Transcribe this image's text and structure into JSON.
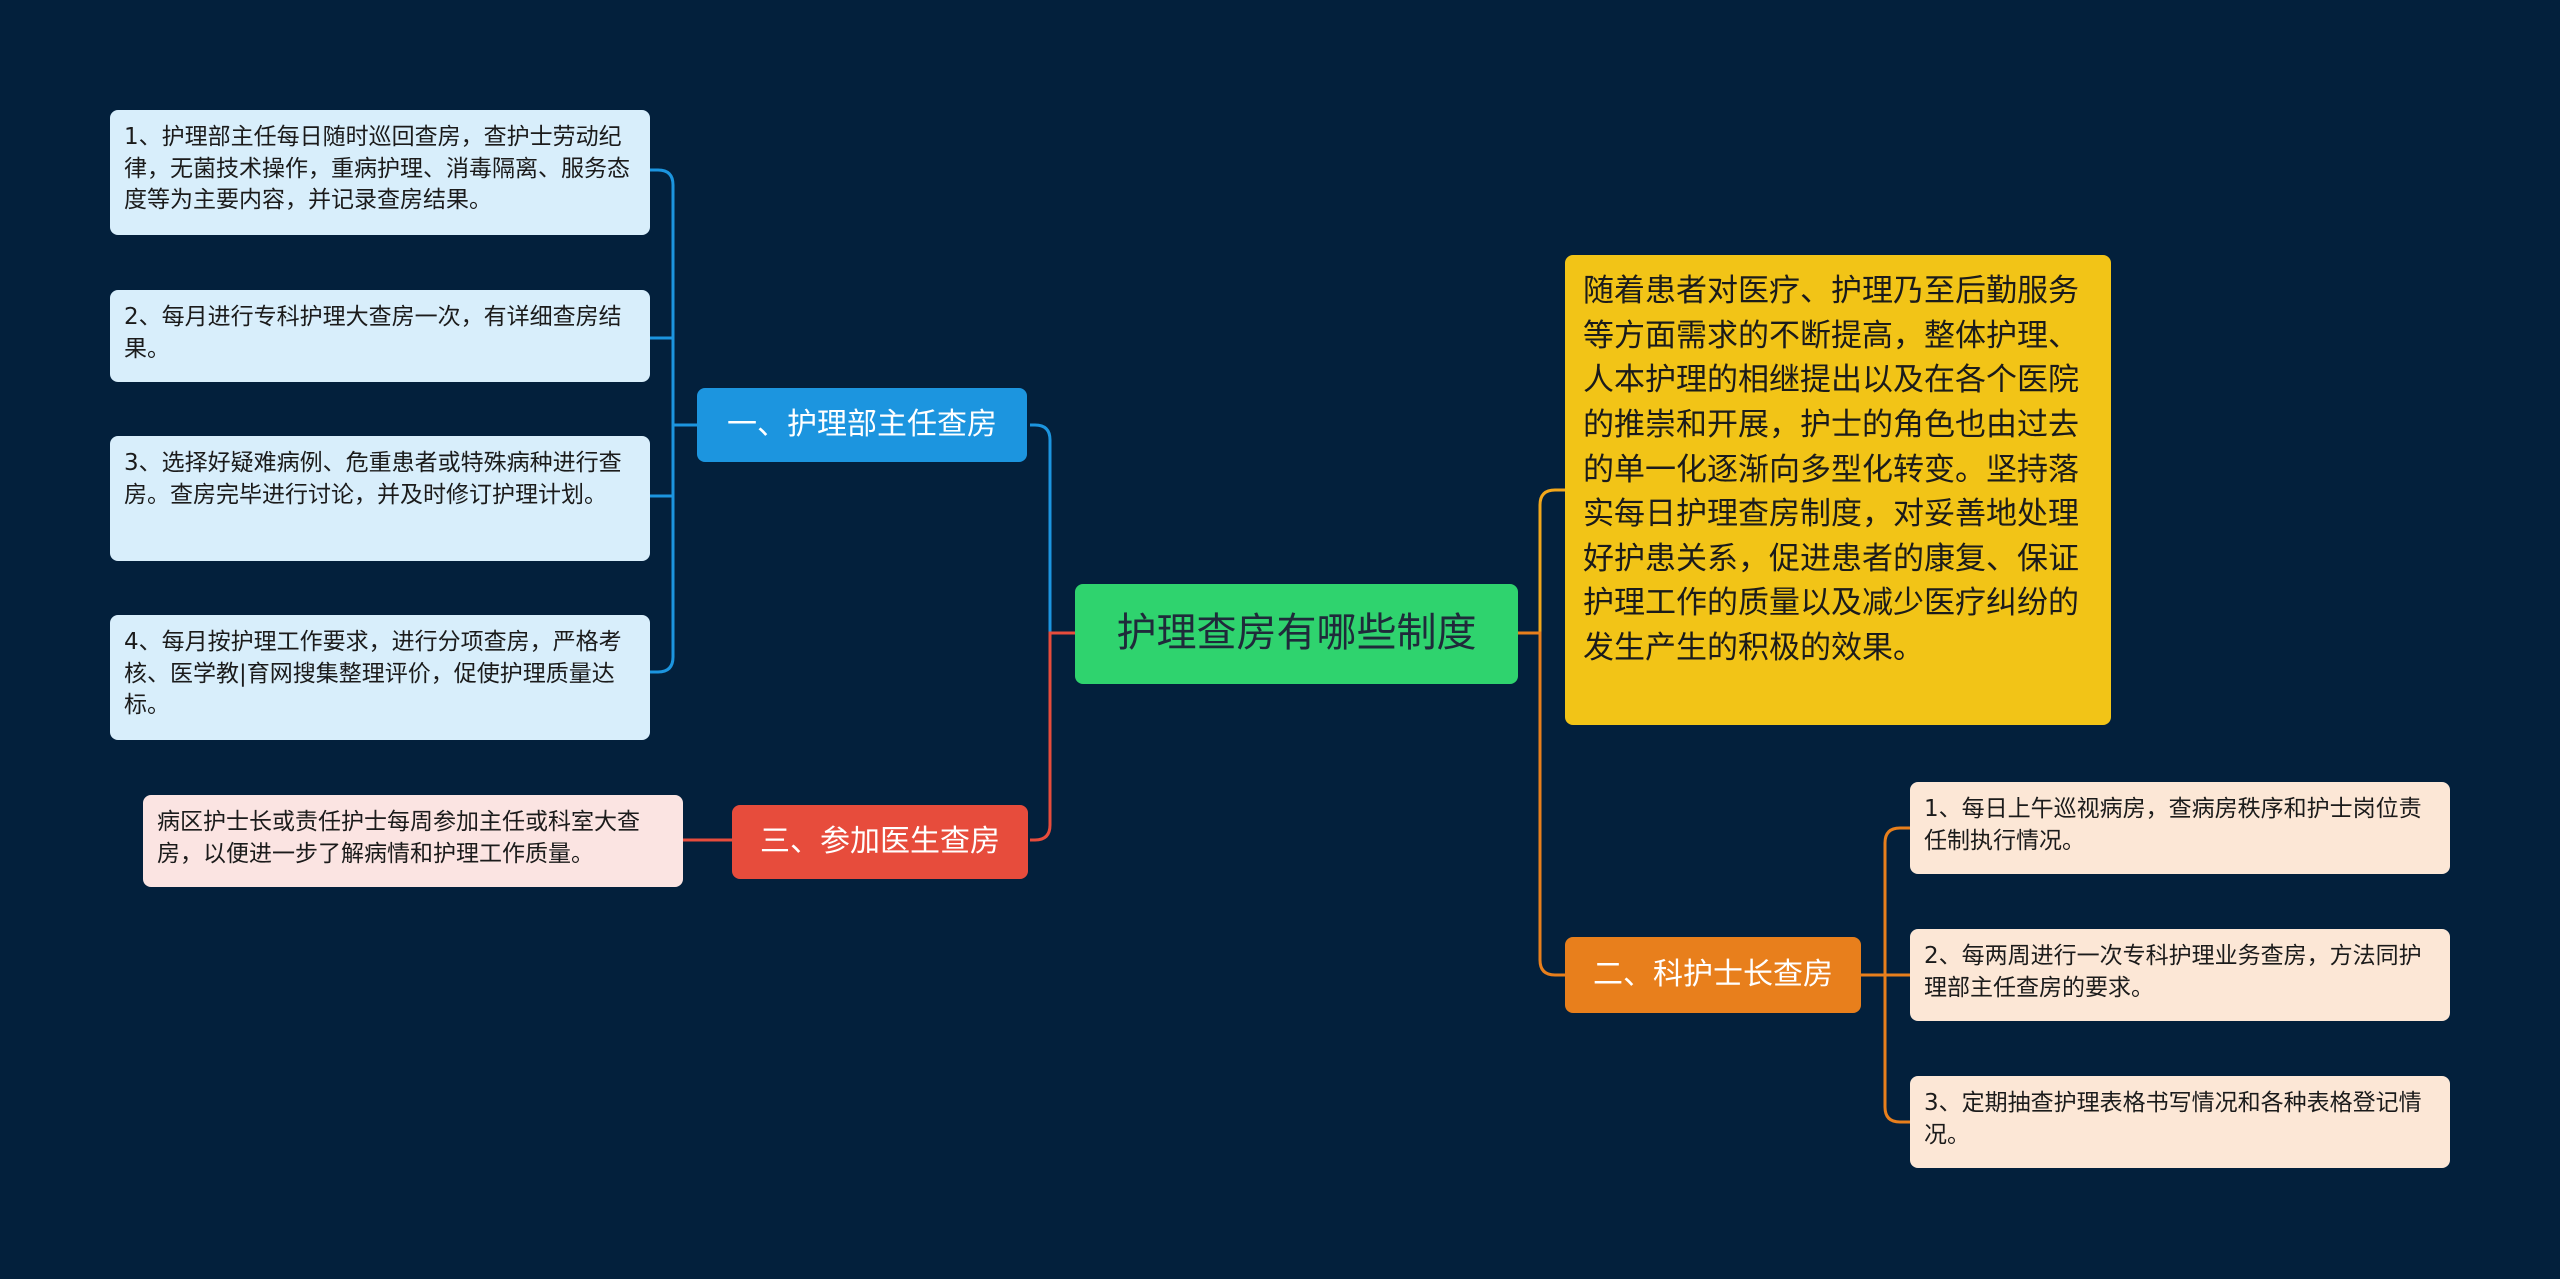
{
  "colors": {
    "background": "#03203c",
    "center": "#2fd36e",
    "branch_blue": "#1c95df",
    "branch_red": "#e74c3c",
    "branch_orange": "#e87f1c",
    "note_yellow": "#f2c417"
  },
  "center": {
    "label": "护理查房有哪些制度"
  },
  "branch1": {
    "label": "一、护理部主任查房",
    "items": [
      "1、护理部主任每日随时巡回查房，查护士劳动纪律，无菌技术操作，重病护理、消毒隔离、服务态度等为主要内容，并记录查房结果。",
      "2、每月进行专科护理大查房一次，有详细查房结果。",
      "3、选择好疑难病例、危重患者或特殊病种进行查房。查房完毕进行讨论，并及时修订护理计划。",
      "4、每月按护理工作要求，进行分项查房，严格考核、医学教|育网搜集整理评价，促使护理质量达标。"
    ]
  },
  "branch3": {
    "label": "三、参加医生查房",
    "items": [
      "病区护士长或责任护士每周参加主任或科室大查房，以便进一步了解病情和护理工作质量。"
    ]
  },
  "note": {
    "text": "随着患者对医疗、护理乃至后勤服务等方面需求的不断提高，整体护理、人本护理的相继提出以及在各个医院的推崇和开展，护士的角色也由过去的单一化逐渐向多型化转变。坚持落实每日护理查房制度，对妥善地处理好护患关系，促进患者的康复、保证护理工作的质量以及减少医疗纠纷的发生产生的积极的效果。"
  },
  "branch2": {
    "label": "二、科护士长查房",
    "items": [
      "1、每日上午巡视病房，查病房秩序和护士岗位责任制执行情况。",
      "2、每两周进行一次专科护理业务查房，方法同护理部主任查房的要求。",
      "3、定期抽查护理表格书写情况和各种表格登记情况。"
    ]
  }
}
